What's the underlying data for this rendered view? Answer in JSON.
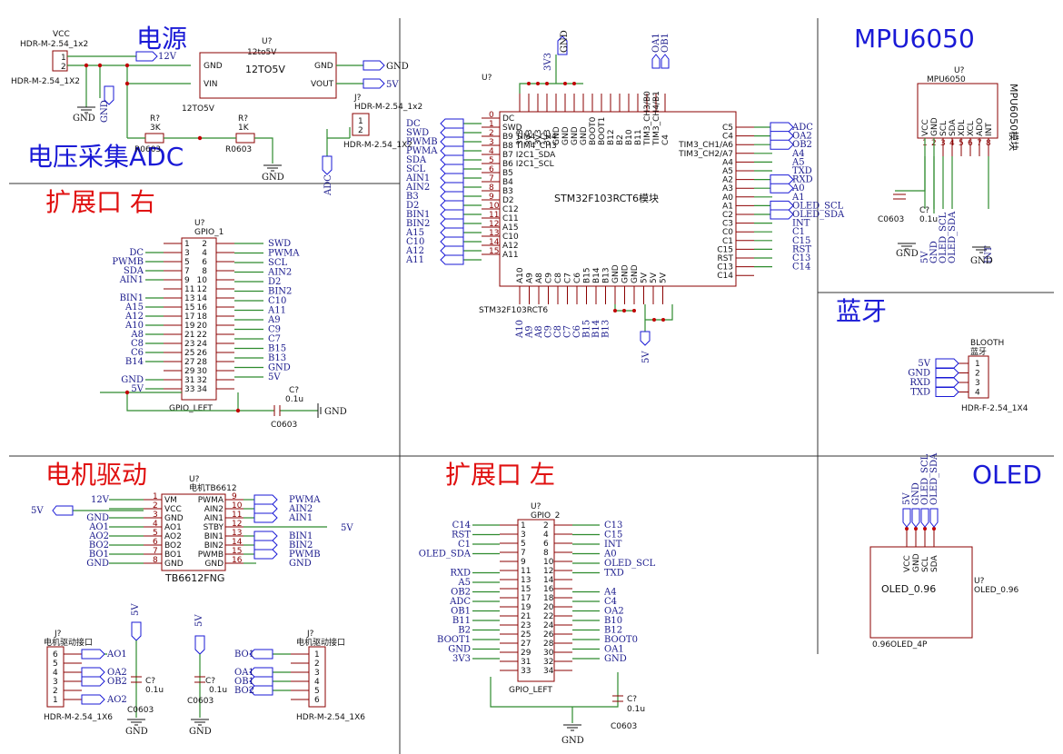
{
  "sections": {
    "power": "电源",
    "adc": "电压采集ADC",
    "ext_right": "扩展口 右",
    "motor": "电机驱动",
    "ext_left": "扩展口 左",
    "mpu": "MPU6050",
    "bt": "蓝牙",
    "oled": "OLED"
  },
  "power": {
    "vcc_ref": "VCC",
    "vcc_conn": "HDR-M-2.54_1x2",
    "conn_fp": "HDR-M-2.54_1X2",
    "net_12v": "12V",
    "u_ref": "U?",
    "u_val": "12to5V",
    "u_name": "12TO5V",
    "u_foot": "12TO5V",
    "pin_gnd_l": "GND",
    "pin_vin": "VIN",
    "pin_gnd_r": "GND",
    "pin_vout": "VOUT",
    "net_gnd": "GND",
    "net_5v": "5V",
    "r1_ref": "R?",
    "r1_val": "3K",
    "r1_fp": "R0603",
    "r2_ref": "R?",
    "r2_val": "1K",
    "r2_fp": "R0603",
    "j_ref": "J?",
    "j_val": "HDR-M-2.54_1x2",
    "j_fp": "HDR-M-2.54_1X2",
    "net_adc": "ADC"
  },
  "mcu": {
    "ref": "U?",
    "name": "STM32F103RCT6模块",
    "foot": "STM32F103RCT6",
    "left_pins": [
      "DC",
      "SWD",
      "B9 TIM4_CH4",
      "B8 TIM4_CH3",
      "B7 I2C1_SDA",
      "B6 I2C1_SCL",
      "B5",
      "B4",
      "B3",
      "D2",
      "C12",
      "C11",
      "A15",
      "C10",
      "A12",
      "A11"
    ],
    "right_pins": [
      "C5",
      "C4",
      "TIM3_CH1/A6",
      "TIM3_CH2/A7",
      "A4",
      "A5",
      "A2",
      "A3",
      "A0",
      "A1",
      "C2",
      "C3",
      "C0",
      "C1",
      "C15",
      "RST",
      "C13",
      "C14"
    ],
    "top_pins": [
      "3V3",
      "3V3",
      "3V3",
      "3V3",
      "GND",
      "GND",
      "GND",
      "GND",
      "BOOT0",
      "BOOT1",
      "B12",
      "B2",
      "B10",
      "B11",
      "TIM3_CH3/B0",
      "TIM3_CH4/B1",
      "C4"
    ],
    "bottom_pins": [
      "A10",
      "A9",
      "A8",
      "C9",
      "C8",
      "C7",
      "C6",
      "B15",
      "B14",
      "B13",
      "GND",
      "GND",
      "GND",
      "5V",
      "5V",
      "5V"
    ],
    "nets_left": [
      "DC",
      "SWD",
      "PWMB",
      "PWMA",
      "SDA",
      "SCL",
      "AIN1",
      "AIN2",
      "B3",
      "D2",
      "BIN1",
      "BIN2",
      "A15",
      "C10",
      "A12",
      "A11"
    ],
    "nets_right": [
      "ADC",
      "OA2",
      "OB2",
      "A4",
      "A5",
      "TXD",
      "RXD",
      "A0",
      "A1",
      "OLED_SCL",
      "OLED_SDA",
      "INT",
      "C1",
      "C15",
      "RST",
      "C13",
      "C14"
    ],
    "net_gnd": "GND",
    "net_5v": "5V",
    "net_3v3": "3V3"
  },
  "gpio1": {
    "ref": "U?",
    "name": "GPIO_1",
    "foot": "GPIO_LEFT",
    "nets_left": [
      "DC",
      "PWMB",
      "SDA",
      "AIN1",
      "",
      "BIN1",
      "A15",
      "A12",
      "A10",
      "A8",
      "C8",
      "C6",
      "B14",
      "",
      "GND",
      "5V"
    ],
    "nets_right": [
      "SWD",
      "PWMA",
      "SCL",
      "AIN2",
      "D2",
      "BIN2",
      "C10",
      "A11",
      "A9",
      "C9",
      "C7",
      "B15",
      "B13",
      "GND",
      "5V"
    ],
    "cap_ref": "C?",
    "cap_val": "0.1u",
    "cap_fp": "C0603",
    "net_gnd": "GND"
  },
  "motor": {
    "ref": "U?",
    "name": "电机TB6612",
    "foot": "TB6612FNG",
    "left_pins": [
      "VM",
      "VCC",
      "GND",
      "AO1",
      "AO2",
      "BO2",
      "BO1",
      "GND"
    ],
    "right_pins": [
      "PWMA",
      "AIN2",
      "AIN1",
      "STBY",
      "BIN1",
      "BIN2",
      "PWMB",
      "GND"
    ],
    "left_nets": [
      "12V",
      "",
      "GND",
      "AO1",
      "AO2",
      "BO2",
      "BO1",
      "GND"
    ],
    "right_nets": [
      "PWMA",
      "AIN2",
      "AIN1",
      "",
      "BIN1",
      "BIN2",
      "PWMB",
      "GND"
    ],
    "net_5v": "5V",
    "j1_ref": "J?",
    "j1_name": "电机驱动接口",
    "j1_fp": "HDR-M-2.54_1X6",
    "j2_ref": "J?",
    "j2_name": "电机驱动接口",
    "j2_fp": "HDR-M-2.54_1X6",
    "cap_ref": "C?",
    "cap_val": "0.1u",
    "cap_fp": "C0603",
    "net_gnd": "GND",
    "j1_nets": [
      "AO1",
      "",
      "OA2",
      "OB2",
      "",
      "AO2"
    ],
    "j2_nets": [
      "BO1",
      "",
      "OA1",
      "OB1",
      "BO2",
      ""
    ]
  },
  "gpio2": {
    "ref": "U?",
    "name": "GPIO_2",
    "foot": "GPIO_LEFT",
    "nets_left": [
      "C14",
      "RST",
      "C1",
      "OLED_SDA",
      "",
      "RXD",
      "A5",
      "OB2",
      "ADC",
      "OB1",
      "B11",
      "B2",
      "BOOT1",
      "GND",
      "3V3"
    ],
    "nets_right": [
      "C13",
      "C15",
      "INT",
      "A0",
      "OLED_SCL",
      "TXD",
      "",
      "A4",
      "C4",
      "OA2",
      "B10",
      "B12",
      "BOOT0",
      "OA1",
      "GND"
    ],
    "cap_ref": "C?",
    "cap_val": "0.1u",
    "cap_fp": "C0603",
    "net_gnd": "GND"
  },
  "mpu": {
    "ref": "U?",
    "name": "MPU6050",
    "title": "MPU6050模块",
    "pins": [
      "VCC",
      "GND",
      "SCL",
      "SDA",
      "XDL",
      "XCL",
      "ADO",
      "INT"
    ],
    "nets": [
      "5V",
      "GND",
      "OLED_SCL",
      "OLED_SDA",
      "",
      "",
      "",
      "INT"
    ],
    "cap_ref": "C?",
    "cap_val": "0.1u",
    "cap_fp": "C0603",
    "net_gnd": "GND"
  },
  "bt": {
    "ref": "BLOOTH",
    "name": "蓝牙",
    "foot": "HDR-F-2.54_1X4",
    "nets": [
      "5V",
      "GND",
      "RXD",
      "TXD"
    ]
  },
  "oled": {
    "ref": "U?",
    "val": "OLED_0.96",
    "name": "OLED_0.96",
    "foot": "0.96OLED_4P",
    "pins": [
      "VCC",
      "GND",
      "SCL",
      "SDA"
    ],
    "nets": [
      "5V",
      "GND",
      "OLED_SCL",
      "OLED_SDA"
    ]
  }
}
